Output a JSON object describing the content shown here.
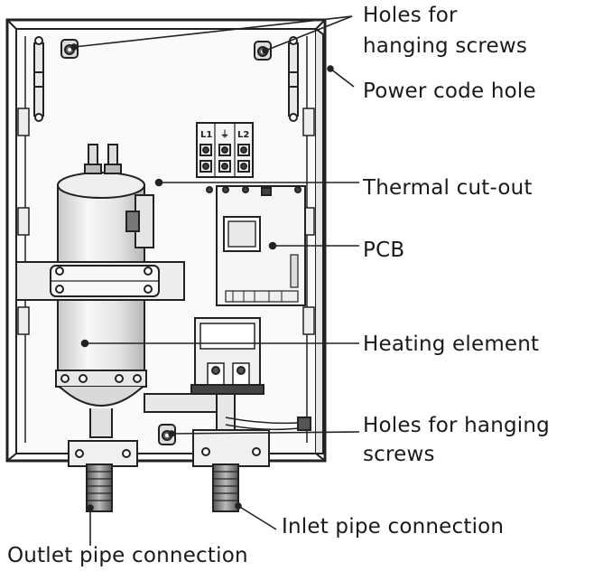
{
  "labels": {
    "hanging_screws_top_line1": "Holes for",
    "hanging_screws_top_line2": "hanging screws",
    "power_cord_hole": "Power code hole",
    "thermal_cutout": "Thermal cut-out",
    "pcb": "PCB",
    "heating_element": "Heating element",
    "hanging_screws_bottom_line1": "Holes for hanging",
    "hanging_screws_bottom_line2": "screws",
    "inlet_pipe": "Inlet pipe connection",
    "outlet_pipe": "Outlet pipe connection"
  },
  "terminal_block": {
    "L1": "L1",
    "ground": "⏚",
    "L2": "L2"
  },
  "colors": {
    "line": "#222222",
    "fill_light": "#f2f2f2",
    "fill_mid": "#d9d9d9",
    "fill_dark": "#9a9a9a",
    "text": "#1a1a1a"
  }
}
